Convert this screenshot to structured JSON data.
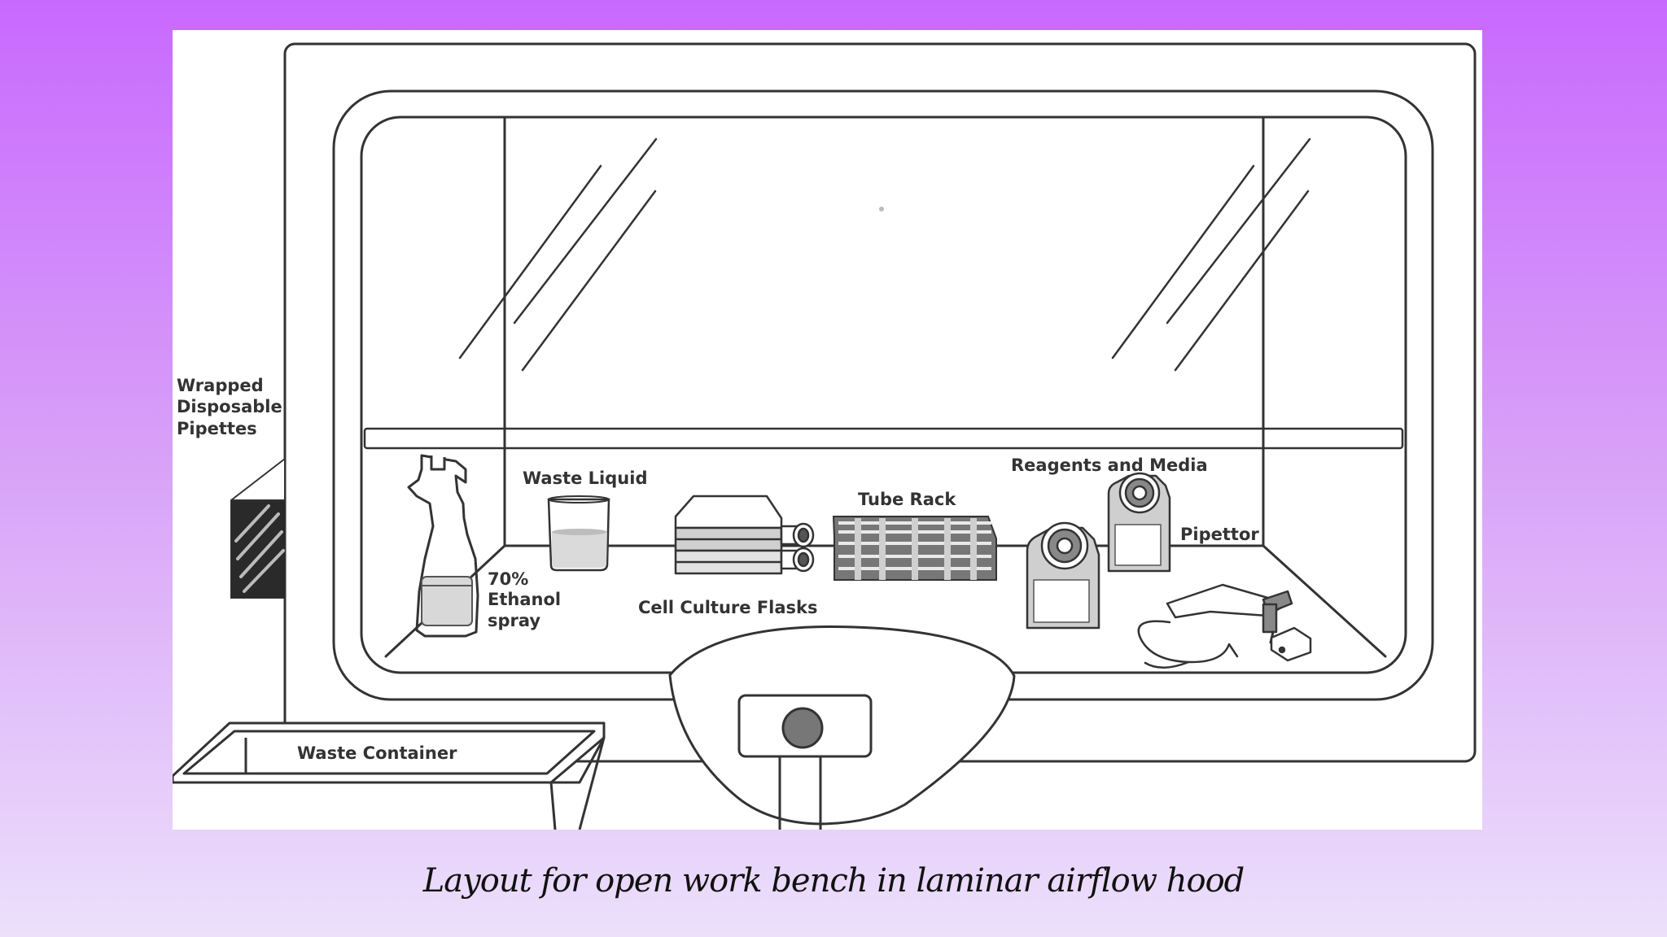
{
  "diagram": {
    "labels": {
      "wrapped_pipettes": [
        "Wrapped",
        "Disposable",
        "Pipettes"
      ],
      "waste_liquid": "Waste Liquid",
      "ethanol_spray": [
        "70%",
        "Ethanol",
        "spray"
      ],
      "cell_culture_flasks": "Cell Culture Flasks",
      "tube_rack": "Tube Rack",
      "reagents_media": "Reagents and Media",
      "pipettor": "Pipettor",
      "waste_container": "Waste Container"
    }
  },
  "caption": "Layout for open work bench in laminar airflow hood"
}
